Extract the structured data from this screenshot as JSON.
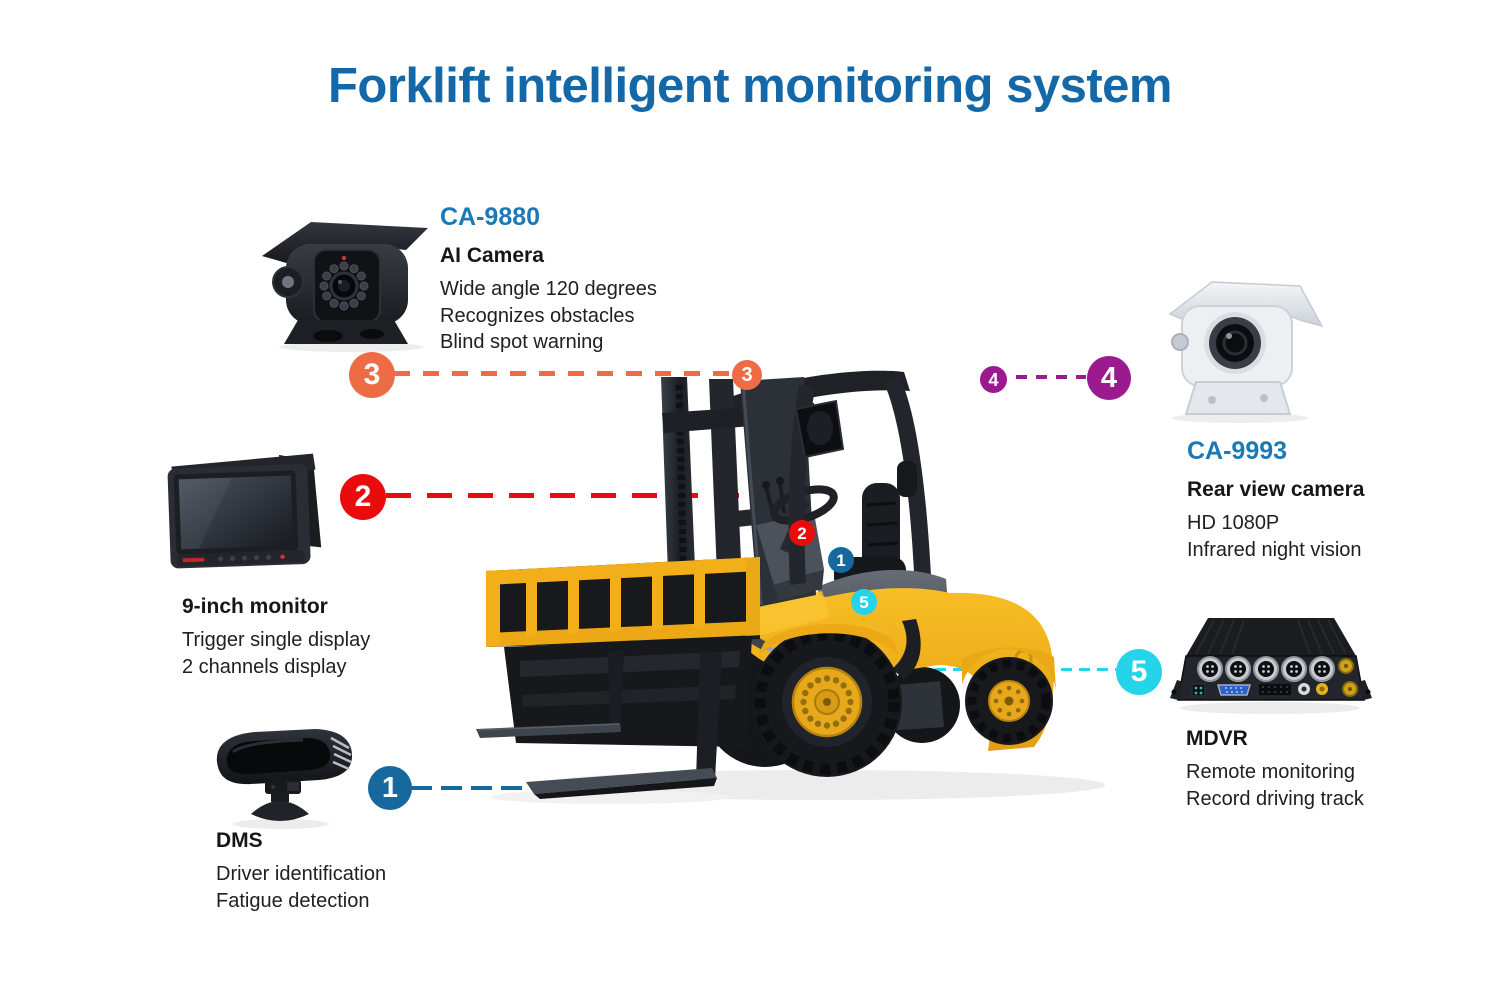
{
  "title": "Forklift intelligent monitoring system",
  "products": {
    "ca9880": {
      "model": "CA-9880",
      "name": "AI Camera",
      "features": [
        "Wide angle 120 degrees",
        "Recognizes obstacles",
        "Blind spot warning"
      ]
    },
    "monitor": {
      "name": "9-inch monitor",
      "features": [
        "Trigger single display",
        "2 channels display"
      ]
    },
    "dms": {
      "name": "DMS",
      "features": [
        "Driver identification",
        "Fatigue detection"
      ]
    },
    "ca9993": {
      "model": "CA-9993",
      "name": "Rear view camera",
      "features": [
        "HD 1080P",
        "Infrared night vision"
      ]
    },
    "mdvr": {
      "name": "MDVR",
      "features": [
        "Remote monitoring",
        "Record driving track"
      ]
    }
  },
  "badges": {
    "1": {
      "number": "1",
      "color": "#17689F"
    },
    "2": {
      "number": "2",
      "color": "#EC0B0C"
    },
    "3": {
      "number": "3",
      "color": "#ED6C45"
    },
    "4": {
      "number": "4",
      "color": "#9B1B8E"
    },
    "5": {
      "number": "5",
      "color": "#25D4E8"
    }
  },
  "colors": {
    "title_blue": "#1468A7",
    "model_blue": "#1B79B8",
    "text_dark": "#202020",
    "orange": "#ED6C45",
    "red": "#EC0B0C",
    "blue": "#17689F",
    "purple": "#9B1B8E",
    "cyan": "#25D4E8",
    "forklift_yellow": "#F2AF19"
  }
}
